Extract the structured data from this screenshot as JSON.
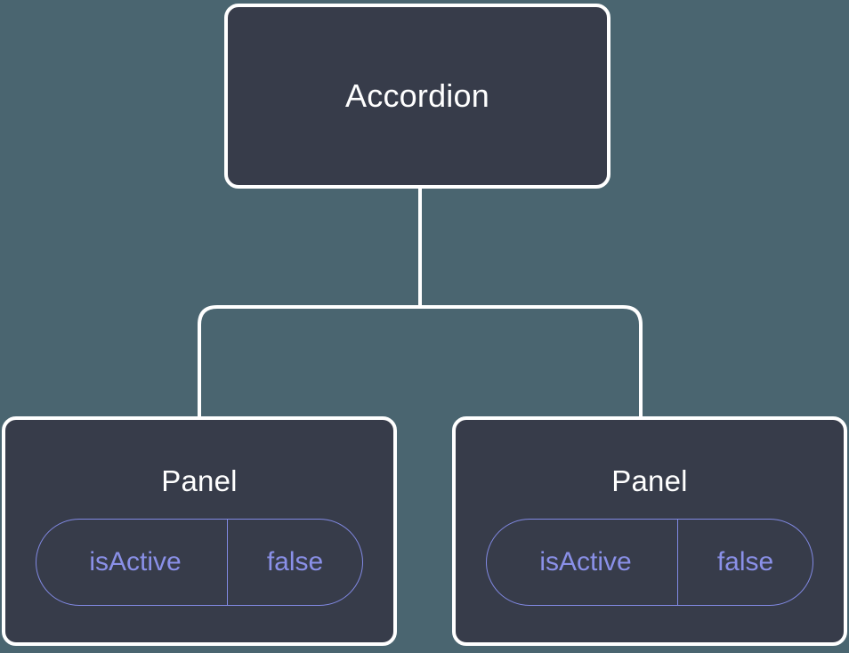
{
  "diagram": {
    "type": "component-tree",
    "background_color": "#4a6570",
    "node_fill_color": "#373c4a",
    "node_border_color": "#ffffff",
    "edge_color": "#ffffff",
    "accent_color": "#8a90e8",
    "root": {
      "title": "Accordion"
    },
    "children": [
      {
        "title": "Panel",
        "state": {
          "key": "isActive",
          "value": "false"
        }
      },
      {
        "title": "Panel",
        "state": {
          "key": "isActive",
          "value": "false"
        }
      }
    ]
  }
}
